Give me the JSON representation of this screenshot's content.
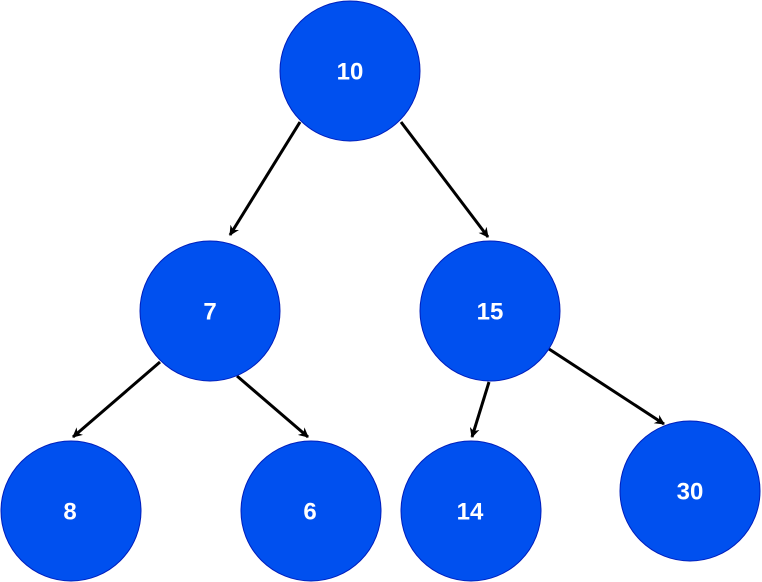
{
  "tree": {
    "node_color": "#0050EF",
    "node_border_color": "#001DBC",
    "label_color": "#FFFFFF",
    "edge_color": "#000000",
    "nodes": [
      {
        "id": "n10",
        "label": "10"
      },
      {
        "id": "n7",
        "label": "7"
      },
      {
        "id": "n15",
        "label": "15"
      },
      {
        "id": "n8",
        "label": "8"
      },
      {
        "id": "n6",
        "label": "6"
      },
      {
        "id": "n14",
        "label": "14"
      },
      {
        "id": "n30",
        "label": "30"
      }
    ],
    "edges": [
      {
        "from": "n10",
        "to": "n7"
      },
      {
        "from": "n10",
        "to": "n15"
      },
      {
        "from": "n7",
        "to": "n8"
      },
      {
        "from": "n7",
        "to": "n6"
      },
      {
        "from": "n15",
        "to": "n14"
      },
      {
        "from": "n15",
        "to": "n30"
      }
    ]
  }
}
